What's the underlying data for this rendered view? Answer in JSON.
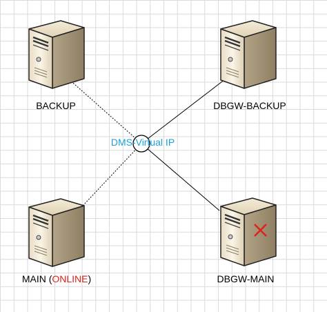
{
  "colors": {
    "grid": "#d9d9d9",
    "vip_label": "#1ba1d6",
    "online_status": "#e0201b",
    "failure_mark": "#e0201b"
  },
  "nodes": {
    "backup": {
      "label": "BACKUP",
      "icon": "server-tower-icon"
    },
    "dbgw_backup": {
      "label": "DBGW-BACKUP",
      "icon": "server-tower-icon"
    },
    "main": {
      "label_prefix": "MAIN (",
      "status": "ONLINE",
      "label_suffix": ")",
      "icon": "server-tower-icon"
    },
    "dbgw_main": {
      "label": "DBGW-MAIN",
      "icon": "server-tower-icon",
      "failure_icon": "red-x-icon"
    }
  },
  "virtual_ip": {
    "label": "DMS-Virtual IP",
    "icon": "circle-node-icon"
  },
  "connections": [
    {
      "from": "backup",
      "to": "virtual_ip",
      "style": "dotted"
    },
    {
      "from": "main",
      "to": "virtual_ip",
      "style": "dotted"
    },
    {
      "from": "dbgw_backup",
      "to": "virtual_ip",
      "style": "solid"
    },
    {
      "from": "dbgw_main",
      "to": "virtual_ip",
      "style": "solid"
    }
  ]
}
